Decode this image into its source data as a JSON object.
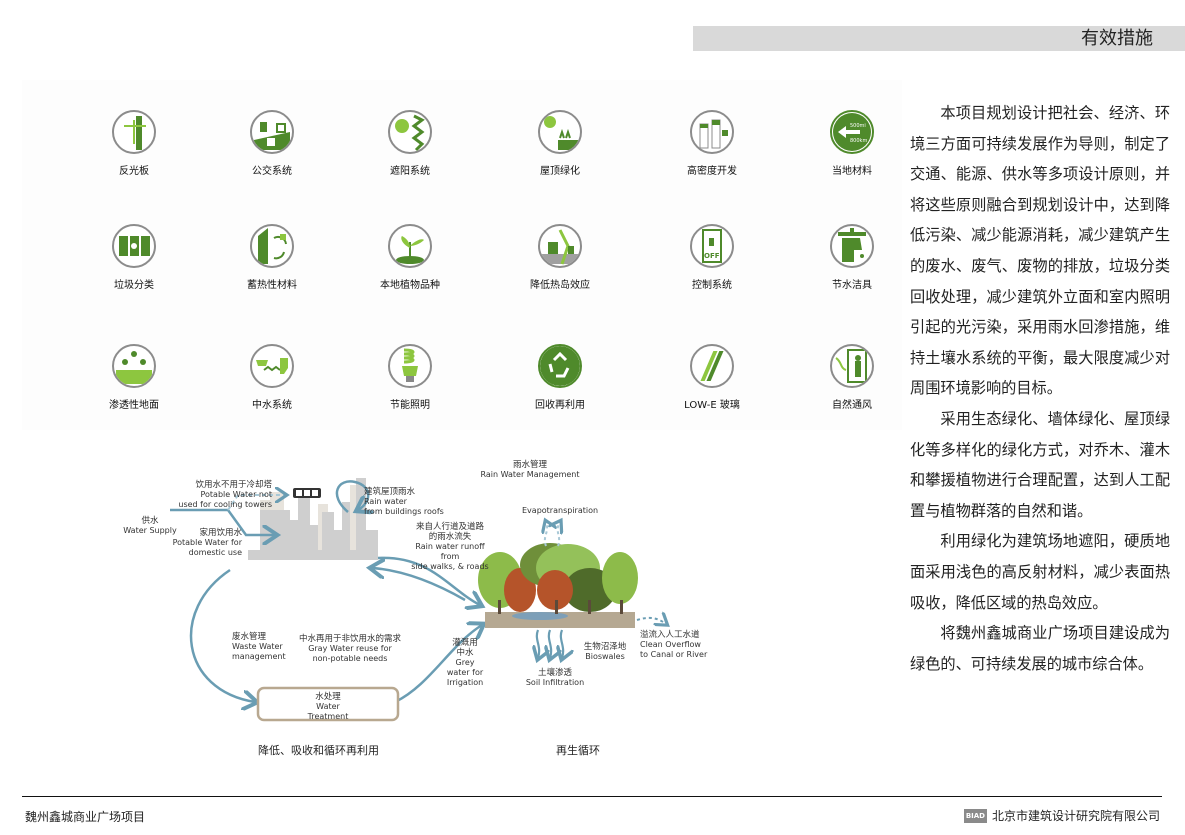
{
  "header": {
    "title": "有效措施"
  },
  "colors": {
    "green_dark": "#4f8a2b",
    "green_light": "#8dc63f",
    "ring_gray": "#8c8c8c",
    "water_blue": "#6a9db3",
    "treatment_border": "#b8a890"
  },
  "measures": [
    {
      "label": "反光板",
      "icon": "reflector-icon"
    },
    {
      "label": "公交系统",
      "icon": "public-transit-icon"
    },
    {
      "label": "遮阳系统",
      "icon": "sunshade-icon"
    },
    {
      "label": "屋顶绿化",
      "icon": "green-roof-icon"
    },
    {
      "label": "高密度开发",
      "icon": "high-density-icon"
    },
    {
      "label": "当地材料",
      "icon": "local-materials-icon",
      "icon_text": [
        "500mi",
        "800km"
      ]
    },
    {
      "label": "垃圾分类",
      "icon": "waste-sorting-icon"
    },
    {
      "label": "蓄热性材料",
      "icon": "thermal-mass-icon"
    },
    {
      "label": "本地植物品种",
      "icon": "native-plant-icon"
    },
    {
      "label": "降低热岛效应",
      "icon": "heat-island-icon"
    },
    {
      "label": "控制系统",
      "icon": "control-system-icon",
      "icon_text": "OFF"
    },
    {
      "label": "节水洁具",
      "icon": "water-saving-fixture-icon"
    },
    {
      "label": "渗透性地面",
      "icon": "permeable-ground-icon"
    },
    {
      "label": "中水系统",
      "icon": "greywater-system-icon"
    },
    {
      "label": "节能照明",
      "icon": "energy-saving-bulb-icon"
    },
    {
      "label": "回收再利用",
      "icon": "recycle-icon"
    },
    {
      "label": "LOW-E 玻璃",
      "icon": "low-e-glass-icon"
    },
    {
      "label": "自然通风",
      "icon": "natural-ventilation-icon"
    }
  ],
  "body_paragraphs": [
    "本项目规划设计把社会、经济、环境三方面可持续发展作为导则，制定了交通、能源、供水等多项设计原则，并将这些原则融合到规划设计中，达到降低污染、减少能源消耗，减少建筑产生的废水、废气、废物的排放，垃圾分类回收处理，减少建筑外立面和室内照明引起的光污染，采用雨水回渗措施，维持土壤水系统的平衡，最大限度减少对周围环境影响的目标。",
    "采用生态绿化、墙体绿化、屋顶绿化等多样化的绿化方式，对乔木、灌木和攀援植物进行合理配置，达到人工配置与植物群落的自然和谐。",
    "利用绿化为建筑场地遮阳，硬质地面采用浅色的高反射材料，减少表面热吸收，降低区域的热岛效应。",
    "将魏州鑫城商业广场项目建设成为绿色的、可持续发展的城市综合体。"
  ],
  "diagram": {
    "cooling_cn": "饮用水不用于冷却塔",
    "cooling_en1": "Potable Water not",
    "cooling_en2": "used for cooling towers",
    "supply_cn": "供水",
    "supply_en": "Water Supply",
    "domestic_cn": "家用饮用水",
    "domestic_en1": "Potable Water for",
    "domestic_en2": "domestic use",
    "roof_cn": "建筑屋顶雨水",
    "roof_en1": "Rain water",
    "roof_en2": "from buildings roofs",
    "rainmgmt_cn": "雨水管理",
    "rainmgmt_en": "Rain Water Management",
    "evapo_en": "Evapotranspiration",
    "runoff_cn1": "来自人行道及道路",
    "runoff_cn2": "的雨水流失",
    "runoff_en1": "Rain water runoff from",
    "runoff_en2": "side walks, & roads",
    "waste_cn": "废水管理",
    "waste_en1": "Waste Water",
    "waste_en2": "management",
    "gray_cn": "中水再用于非饮用水的需求",
    "gray_en1": "Gray Water reuse for",
    "gray_en2": "non-potable needs",
    "treat_cn": "水处理",
    "treat_en1": "Water",
    "treat_en2": "Treatment",
    "irrig_cn1": "灌溉用",
    "irrig_cn2": "中水",
    "irrig_en1": "Grey",
    "irrig_en2": "water for",
    "irrig_en3": "Irrigation",
    "soil_cn": "土壤渗透",
    "soil_en": "Soil Infiltration",
    "bio_cn": "生物沼泽地",
    "bio_en": "Bioswales",
    "overflow_cn": "溢流入人工水道",
    "overflow_en1": "Clean Overflow",
    "overflow_en2": "to Canal or River",
    "caption_left": "降低、吸收和循环再利用",
    "caption_right": "再生循环"
  },
  "footer": {
    "project": "魏州鑫城商业广场项目",
    "logo_text": "BIAD",
    "company": "北京市建筑设计研究院有限公司"
  }
}
